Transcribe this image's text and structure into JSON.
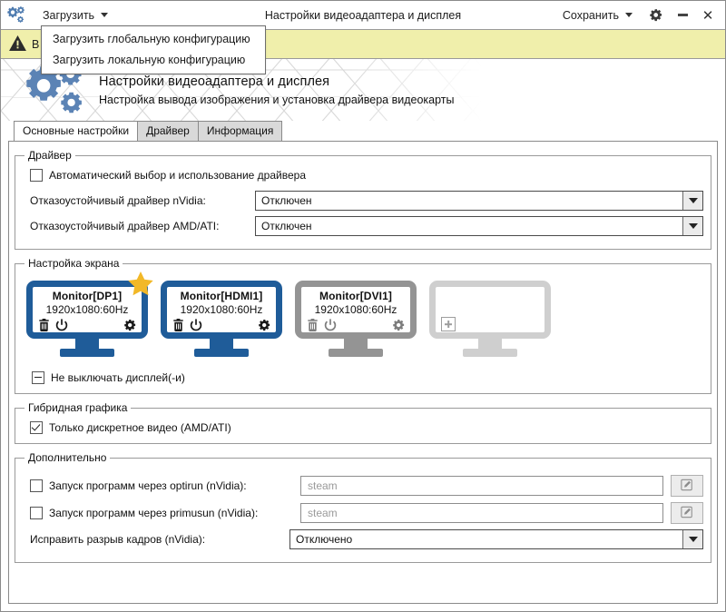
{
  "titlebar": {
    "app_icon": "gears-icon",
    "load_menu_label": "Загрузить",
    "window_title": "Настройки видеоадаптера и дисплея",
    "save_menu_label": "Сохранить",
    "settings_icon": "gear-icon",
    "minimize_icon": "minimize-icon",
    "close_icon": "close-icon"
  },
  "dropdown": {
    "items": [
      {
        "label": "Загрузить глобальную конфигурацию"
      },
      {
        "label": "Загрузить локальную конфигурацию"
      }
    ]
  },
  "warning": {
    "icon": "warning-triangle-icon",
    "text": "В",
    "background": "#f0efab"
  },
  "hero": {
    "logo_icon": "gears-logo-icon",
    "title": "Настройки видеоадаптера и дисплея",
    "subtitle": "Настройка вывода изображения и установка драйвера видеокарты",
    "accent": "#5b83b5"
  },
  "tabs": [
    {
      "label": "Основные настройки",
      "active": true
    },
    {
      "label": "Драйвер",
      "active": false
    },
    {
      "label": "Информация",
      "active": false
    }
  ],
  "driver_group": {
    "legend": "Драйвер",
    "auto_checkbox": {
      "label": "Автоматический выбор и использование драйвера",
      "state": "unchecked"
    },
    "nvidia": {
      "label": "Отказоустойчивый драйвер nVidia:",
      "value": "Отключен"
    },
    "amd": {
      "label": "Отказоустойчивый драйвер AMD/ATI:",
      "value": "Отключен"
    }
  },
  "screen_group": {
    "legend": "Настройка экрана",
    "monitors": [
      {
        "name": "Monitor[DP1]",
        "resolution": "1920x1080:60Hz",
        "color": "#1f5c99",
        "primary": true,
        "star_icon": "star-icon",
        "delete_icon": "trash-icon",
        "power_icon": "power-icon",
        "settings_icon": "gear-icon"
      },
      {
        "name": "Monitor[HDMI1]",
        "resolution": "1920x1080:60Hz",
        "color": "#1f5c99",
        "primary": false,
        "delete_icon": "trash-icon",
        "power_icon": "power-icon",
        "settings_icon": "gear-icon"
      },
      {
        "name": "Monitor[DVI1]",
        "resolution": "1920x1080:60Hz",
        "color": "#949494",
        "primary": false,
        "delete_icon": "trash-icon",
        "power_icon": "power-icon",
        "settings_icon": "gear-icon"
      },
      {
        "name": "",
        "resolution": "",
        "color": "#cfcfcf",
        "primary": false,
        "add_icon": "plus-box-icon"
      }
    ],
    "dont_turn_off": {
      "label": "Не выключать дисплей(-и)",
      "state": "indeterminate"
    }
  },
  "hybrid_group": {
    "legend": "Гибридная графика",
    "discrete_only": {
      "label": "Только дискретное видео (AMD/ATI)",
      "state": "checked"
    }
  },
  "extra_group": {
    "legend": "Дополнительно",
    "optirun": {
      "checkbox_state": "unchecked",
      "label": "Запуск программ через optirun (nVidia):",
      "placeholder": "steam",
      "value": "",
      "edit_icon": "edit-pencil-icon"
    },
    "primusun": {
      "checkbox_state": "unchecked",
      "label": "Запуск программ через primusun (nVidia):",
      "placeholder": "steam",
      "value": "",
      "edit_icon": "edit-pencil-icon"
    },
    "tearfix": {
      "label": "Исправить разрыв кадров (nVidia):",
      "value": "Отключено"
    }
  }
}
